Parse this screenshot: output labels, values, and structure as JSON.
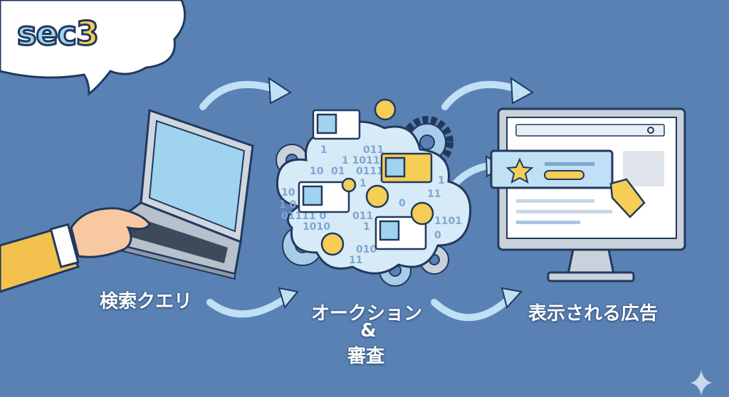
{
  "logo": {
    "text_main": "sec",
    "text_accent": "3"
  },
  "labels": {
    "query": "検索クエリ",
    "auction": "オークション",
    "ampersand": "&",
    "review": "審査",
    "displayed_ad": "表示される広告"
  },
  "binary": [
    "1",
    "011",
    "1 1011",
    "10",
    "01",
    "0111",
    "10",
    "1",
    "1 0",
    "0",
    "01111 0",
    "011",
    "1010",
    "1",
    "010",
    "11",
    "1",
    "11",
    "1101",
    "0"
  ],
  "colors": {
    "background": "#5a81b4",
    "cloud": "#d6eaf8",
    "accent_yellow": "#f6cd55",
    "outline": "#21395e"
  }
}
